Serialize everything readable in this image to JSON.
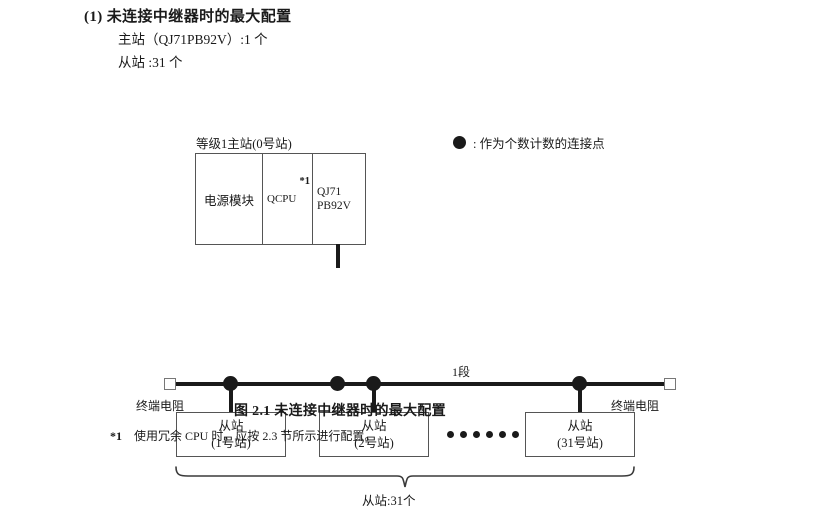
{
  "heading": {
    "number": "(1)",
    "title": "未连接中继器时的最大配置",
    "specs": [
      "主站（QJ71PB92V）:1 个",
      "从站 :31 个"
    ]
  },
  "diagram": {
    "rack_title": "等级1主站(0号站)",
    "rack_cells": {
      "power": "电源模块",
      "cpu": "QCPU",
      "cpu_note": "*1",
      "master_line1": "QJ71",
      "master_line2": "PB92V"
    },
    "legend": {
      "symbol": "filled-circle",
      "separator": ":",
      "text": "作为个数计数的连接点"
    },
    "segment_label": "1段",
    "terminator_left_label": "终端电阻",
    "terminator_right_label": "终端电阻",
    "slaves": [
      {
        "name": "从站",
        "station": "(1号站)"
      },
      {
        "name": "从站",
        "station": "(2号站)"
      },
      {
        "name": "从站",
        "station": "(31号站)"
      }
    ],
    "ellipsis_dot_count": 6,
    "node_count": 5,
    "brace_label": "从站:31个"
  },
  "caption": "图 2.1  未连接中继器时的最大配置",
  "footnote": {
    "mark": "*1",
    "text": "使用冗余 CPU 时，应按 2.3 节所示进行配置。"
  },
  "colors": {
    "ink": "#1a1a1a",
    "box_stroke": "#555555",
    "terminator_stroke": "#777777",
    "page_background": "#ffffff"
  }
}
